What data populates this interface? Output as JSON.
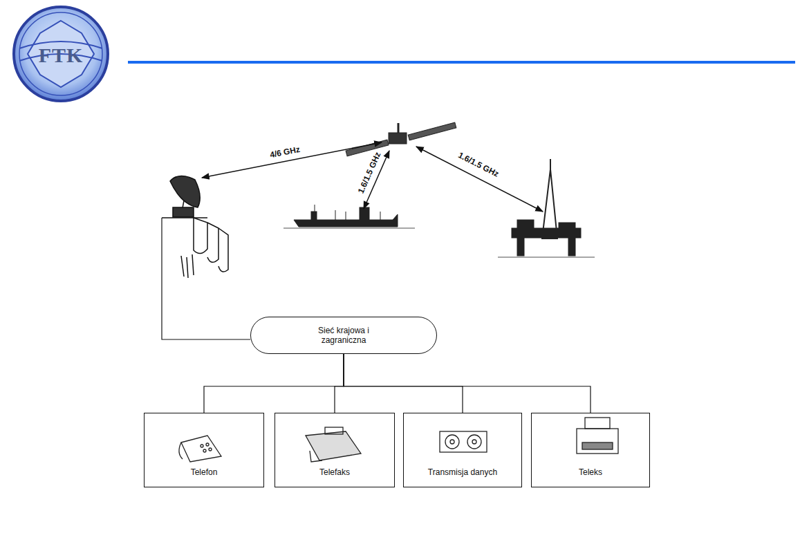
{
  "diagram": {
    "nodes": [
      {
        "text": [
          "Sieć krajowa i zagraniczna"
        ]
      },
      {
        "text": [
          "Telefon"
        ]
      },
      {
        "text": [
          "Telefaks"
        ]
      },
      {
        "text": [
          "Transmisja danych"
        ]
      },
      {
        "text": [
          "Teleks"
        ]
      }
    ],
    "edges": [
      {
        "from": 0,
        "to": 1,
        "arrow": "none"
      },
      {
        "from": 0,
        "to": 2,
        "arrow": "none"
      },
      {
        "from": 0,
        "to": 3,
        "arrow": "none"
      },
      {
        "from": 0,
        "to": 4,
        "arrow": "none"
      }
    ],
    "labels": [
      "FTK",
      "4/6 GHz",
      "1.6/1.5 GHz",
      "1.6/1.5 GHz"
    ]
  }
}
